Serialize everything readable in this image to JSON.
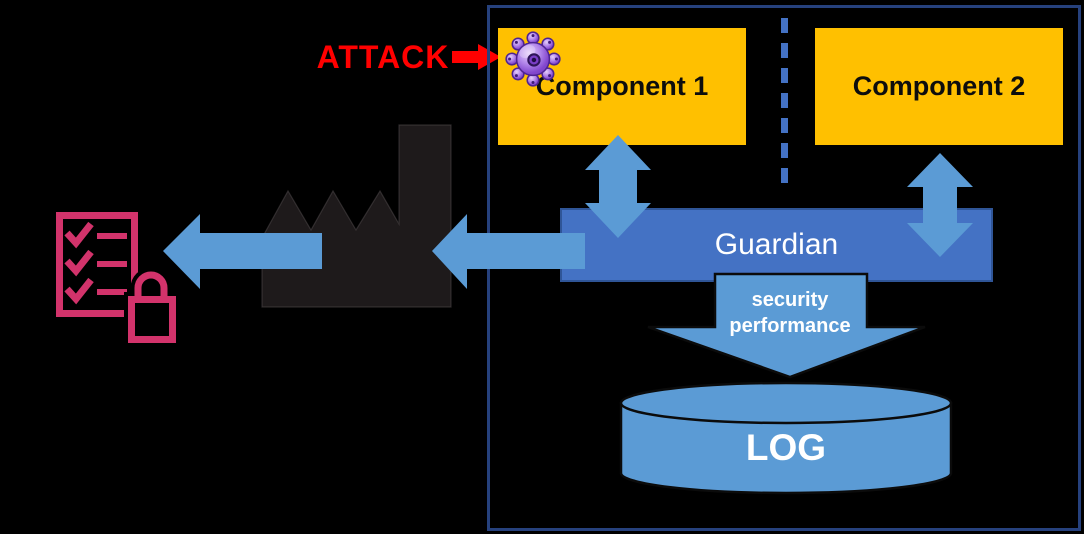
{
  "diagram": {
    "background_color": "#000000",
    "attack": {
      "label": "ATTACK",
      "color": "#FF0000",
      "icon": "attack-arrow-icon"
    },
    "system_box": {
      "border_color": "#26417D"
    },
    "components": [
      {
        "label": "Component 1",
        "fill": "#FFC000"
      },
      {
        "label": "Component 2",
        "fill": "#FFC000"
      }
    ],
    "guardian": {
      "label": "Guardian",
      "fill": "#4472C4",
      "border": "#2F5597",
      "text_color": "#FFFFFF"
    },
    "security_arrow": {
      "line1": "security",
      "line2": "performance",
      "fill": "#5B9BD5",
      "border": "#0B0B0B"
    },
    "log": {
      "label": "LOG",
      "fill": "#5B9BD5",
      "border": "#0B0B0B"
    },
    "factory": {
      "icon": "factory-icon",
      "fill": "#1E1A1B"
    },
    "audit": {
      "icon": "checklist-lock-icon",
      "color": "#D2336B"
    },
    "malware": {
      "icon": "virus-icon",
      "body_color": "#8348CE",
      "outline": "#4E2490"
    },
    "arrows": {
      "flow_color": "#5B9BD5",
      "divider_color": "#4472C4"
    }
  }
}
